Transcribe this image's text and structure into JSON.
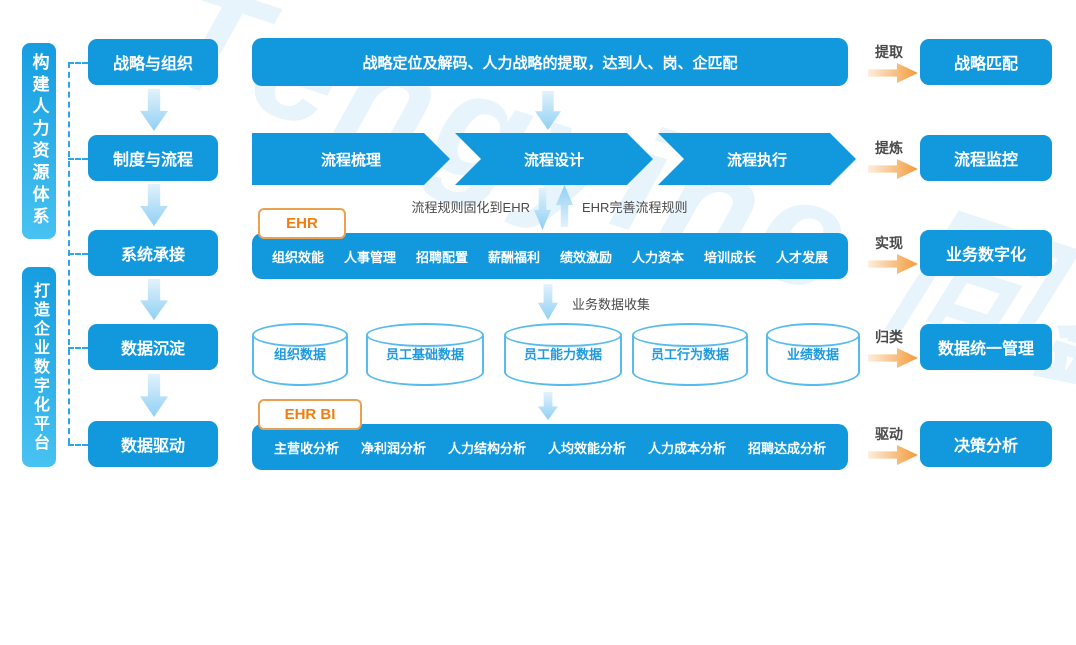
{
  "watermark": {
    "text": "Tengyine 同鑫"
  },
  "pillars": [
    {
      "label": "构建人力资源体系"
    },
    {
      "label": "打造企业数字化平台"
    }
  ],
  "stages": [
    "战略与组织",
    "制度与流程",
    "系统承接",
    "数据沉淀",
    "数据驱动"
  ],
  "main": {
    "strategy_summary": "战略定位及解码、人力战略的提取，达到人、岗、企匹配",
    "process_steps": [
      "流程梳理",
      "流程设计",
      "流程执行"
    ],
    "sync_down_label": "流程规则固化到EHR",
    "sync_up_label": "EHR完善流程规则",
    "collect_label": "业务数据收集"
  },
  "ehr": {
    "tag": "EHR",
    "modules": [
      "组织效能",
      "人事管理",
      "招聘配置",
      "薪酬福利",
      "绩效激励",
      "人力资本",
      "培训成长",
      "人才发展"
    ]
  },
  "databases": [
    "组织数据",
    "员工基础数据",
    "员工能力数据",
    "员工行为数据",
    "业绩数据"
  ],
  "bi": {
    "tag": "EHR  BI",
    "analyses": [
      "主营收分析",
      "净利润分析",
      "人力结构分析",
      "人均效能分析",
      "人力成本分析",
      "招聘达成分析"
    ]
  },
  "outcomes": [
    {
      "verb": "提取",
      "label": "战略匹配"
    },
    {
      "verb": "提炼",
      "label": "流程监控"
    },
    {
      "verb": "实现",
      "label": "业务数字化"
    },
    {
      "verb": "归类",
      "label": "数据统一管理"
    },
    {
      "verb": "驱动",
      "label": "决策分析"
    }
  ],
  "colors": {
    "primary_blue": "#1298dc",
    "pillar_gradient": [
      "#149ce0",
      "#49c3f2"
    ],
    "light_arrow": [
      "#e2f2fc",
      "#8fd0f4"
    ],
    "orange_arrow": [
      "#fdeedd",
      "#f49a38"
    ],
    "tag_border": "#eda052",
    "tag_text": "#ee7e12",
    "cylinder_stroke": "#57bbee",
    "cylinder_text": "#1e9ae0",
    "connector_dashed": "#2aa7e8",
    "label_gray": "#4a4a4a"
  }
}
